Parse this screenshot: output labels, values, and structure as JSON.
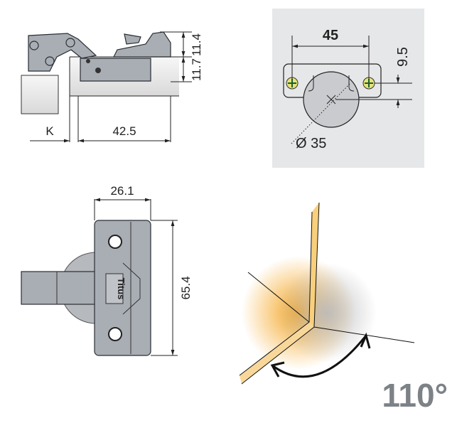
{
  "side_view": {
    "dim_k": "K",
    "dim_depth": "42.5",
    "dim_upper": "11.4",
    "dim_lower": "11.7"
  },
  "drilling": {
    "dim_spacing": "45",
    "dim_offset": "9.5",
    "dim_cup": "Ø 35"
  },
  "top_view": {
    "dim_width": "26.1",
    "dim_height": "65.4",
    "brand": "Titus"
  },
  "opening": {
    "angle": "110°"
  },
  "colors": {
    "accent": "#f5a623",
    "panel_bg": "#e6e7e9",
    "angle_text": "#7d8287"
  }
}
